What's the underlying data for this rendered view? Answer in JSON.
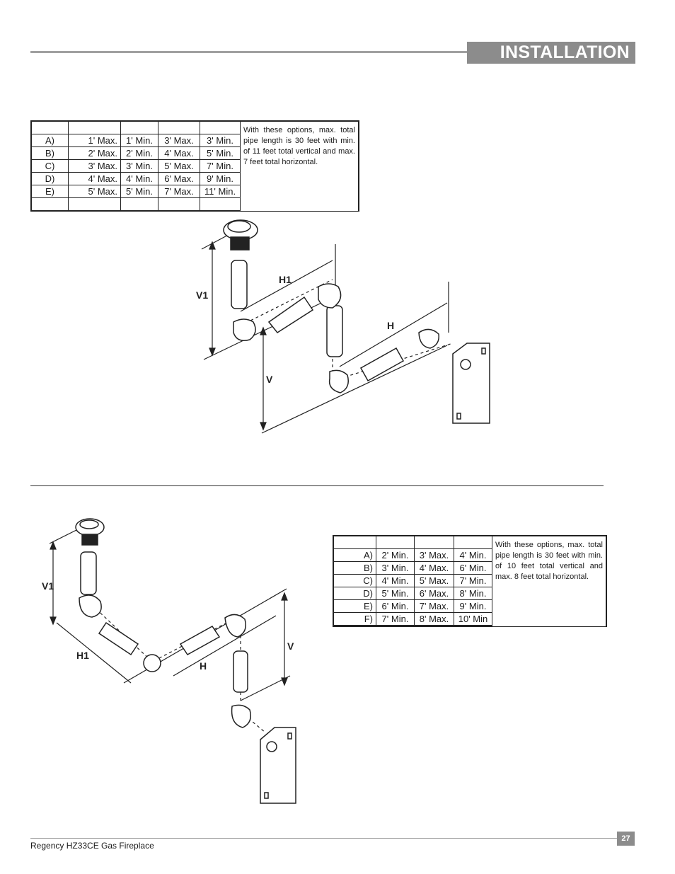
{
  "header": {
    "title": "INSTALLATION"
  },
  "table1": {
    "rows": [
      [
        "A)",
        "1' Max.",
        "1' Min.",
        "3' Max.",
        "3' Min."
      ],
      [
        "B)",
        "2' Max.",
        "2' Min.",
        "4' Max.",
        "5' Min."
      ],
      [
        "C)",
        "3' Max.",
        "3' Min.",
        "5' Max.",
        "7' Min."
      ],
      [
        "D)",
        "4' Max.",
        "4' Min.",
        "6' Max.",
        "9' Min."
      ],
      [
        "E)",
        "5' Max.",
        "5' Min.",
        "7' Max.",
        "11' Min."
      ]
    ],
    "note": "With these options, max. total pipe length is 30 feet with min. of 11 feet total vertical and max. 7 feet total horizontal."
  },
  "diagram1": {
    "labels": {
      "v1": "V1",
      "h1": "H1",
      "h": "H",
      "v": "V"
    }
  },
  "table2": {
    "rows": [
      [
        "A)",
        "2' Min.",
        "3' Max.",
        "4' Min."
      ],
      [
        "B)",
        "3' Min.",
        "4' Max.",
        "6' Min."
      ],
      [
        "C)",
        "4' Min.",
        "5' Max.",
        "7' Min."
      ],
      [
        "D)",
        "5' Min.",
        "6' Max.",
        "8' Min."
      ],
      [
        "E)",
        "6' Min.",
        "7' Max.",
        "9' Min."
      ],
      [
        "F)",
        "7' Min.",
        "8' Max.",
        "10' Min"
      ]
    ],
    "note": "With these options, max. total pipe length is 30 feet with min. of 10 feet total vertical and max. 8 feet total horizontal."
  },
  "diagram2": {
    "labels": {
      "v1": "V1",
      "h1": "H1",
      "h": "H",
      "v": "V"
    }
  },
  "footer": {
    "text": "Regency HZ33CE Gas Fireplace",
    "page": "27"
  }
}
